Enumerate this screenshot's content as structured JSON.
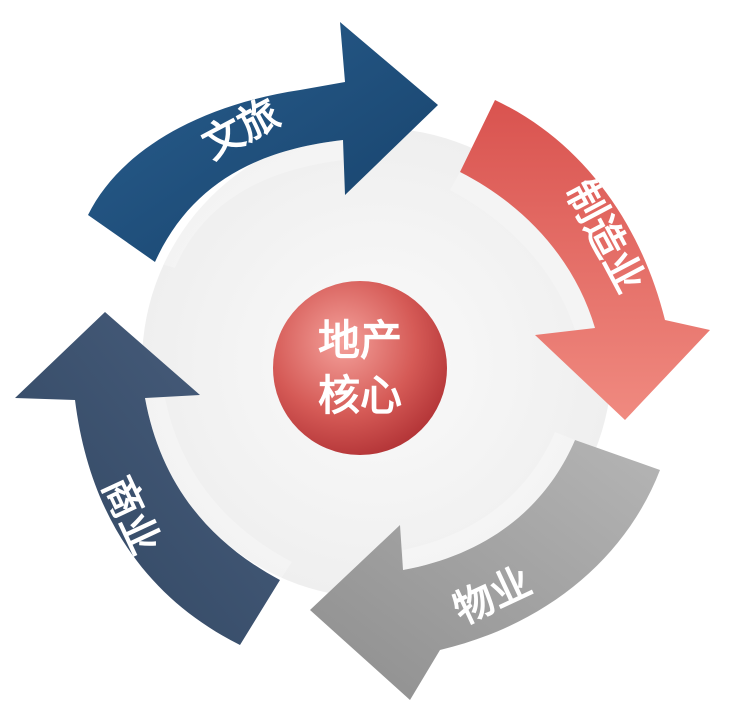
{
  "diagram": {
    "center": {
      "line1": "地产",
      "line2": "核心"
    },
    "segments": [
      {
        "id": "wenlv",
        "label": "文旅",
        "color": "#1f4e79"
      },
      {
        "id": "zhizao",
        "label": "制造业",
        "color": "#d9534f"
      },
      {
        "id": "wuye",
        "label": "物业",
        "color": "#a6a6a6"
      },
      {
        "id": "shangye",
        "label": "商业",
        "color": "#3d5170"
      }
    ],
    "colors": {
      "center_top": "#f08a84",
      "center_bottom": "#b8383a",
      "ring_background": "#f4f4f4"
    }
  }
}
